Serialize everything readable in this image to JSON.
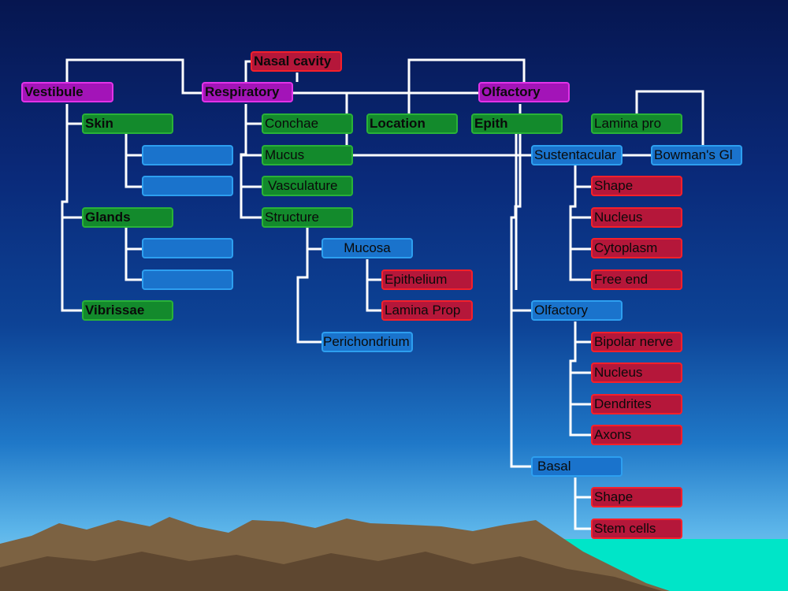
{
  "colors": {
    "red": "#b5173a",
    "magenta": "#a314b8",
    "green": "#138a2c",
    "blue": "#1a73cc",
    "connector": "#ffffff"
  },
  "nodes": {
    "nasal_cavity": "Nasal cavity",
    "vestibule": "Vestibule",
    "respiratory": "Respiratory",
    "olfactory_region": "Olfactory",
    "skin": "Skin",
    "skin_blank_1": "",
    "skin_blank_2": "",
    "glands": "Glands",
    "glands_blank_1": "",
    "glands_blank_2": "",
    "vibrissae": "Vibrissae",
    "conchae": "Conchae",
    "mucus": "Mucus",
    "vasculature": "Vasculature",
    "structure": "Structure",
    "mucosa": "Mucosa",
    "epithelium": "Epithelium",
    "lamina_prop": "Lamina Prop",
    "perichondrium": "Perichondrium",
    "location": "Location",
    "epith": "Epith",
    "lamina_pro": "Lamina pro",
    "sustentacular": "Sustentacular",
    "bowmans_gl": "Bowman's Gl",
    "sust_shape": "Shape",
    "sust_nucleus": "Nucleus",
    "sust_cytoplasm": "Cytoplasm",
    "sust_free_end": "Free end",
    "olfactory_cell": "Olfactory",
    "bipolar_nerve": "Bipolar nerve",
    "olf_nucleus": "Nucleus",
    "dendrites": "Dendrites",
    "axons": "Axons",
    "basal": "Basal",
    "basal_shape": "Shape",
    "stem_cells": "Stem cells"
  }
}
